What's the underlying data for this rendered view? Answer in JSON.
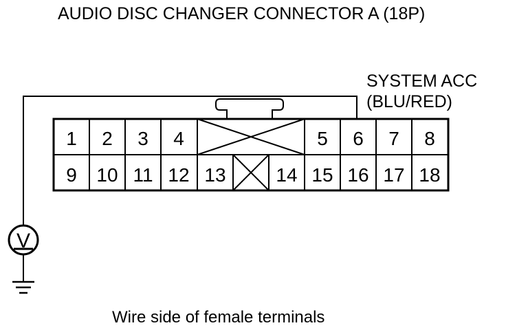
{
  "title": "AUDIO DISC CHANGER CONNECTOR A (18P)",
  "signal": {
    "name": "SYSTEM ACC",
    "wire_color": "(BLU/RED)",
    "pin": "6"
  },
  "connector": {
    "top_row": [
      "1",
      "2",
      "3",
      "4",
      "",
      "5",
      "6",
      "7",
      "8"
    ],
    "bottom_row": [
      "9",
      "10",
      "11",
      "12",
      "13",
      "",
      "14",
      "15",
      "16",
      "17",
      "18"
    ]
  },
  "meter": {
    "symbol": "V"
  },
  "caption": "Wire side of female terminals"
}
